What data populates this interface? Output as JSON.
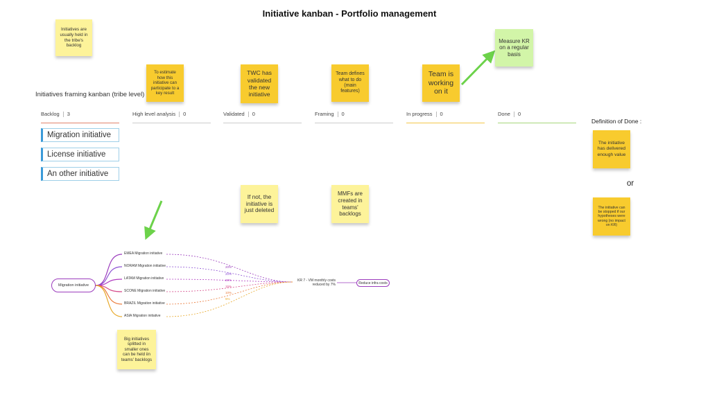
{
  "title": "Initiative kanban - Portfolio management",
  "framing_title": "Initiatives framing kanban (tribe level)",
  "columns": [
    {
      "name": "Backlog",
      "count": "3",
      "line": "#e2836a"
    },
    {
      "name": "High level analysis",
      "count": "0",
      "line": "#cccccc"
    },
    {
      "name": "Validated",
      "count": "0",
      "line": "#cccccc"
    },
    {
      "name": "Framing",
      "count": "0",
      "line": "#cccccc"
    },
    {
      "name": "In progress",
      "count": "0",
      "line": "#f3c64a"
    },
    {
      "name": "Done",
      "count": "0",
      "line": "#a6d67a"
    }
  ],
  "backlog_cards": [
    "Migration initiative",
    "License initiative",
    "An other initiative"
  ],
  "stickies": {
    "tribe_backlog": "Initiatives are usually held in the tribe's backlog",
    "estimate": "To estimate how this initiative can participate to a key result",
    "twc_validated": "TWC has validated the new initiative",
    "team_defines": "Team defines what to do (main features)",
    "team_working": "Team is working on it",
    "measure_kr": "Measure KR on a regular basis",
    "not_deleted": "If not, the initiative is just deleted",
    "mmfs": "MMFs are created in teams' backlogs",
    "dod_value": "The initiative has delivered enough value",
    "dod_stopped": "The initiative can be stopped if our hypotheses were wrong (no impact on KR)",
    "big_initiatives": "Big initiatives splitted in smaller ones can be held iin teams' backlogs"
  },
  "definition_of_done": "Definition of Done :",
  "or_label": "or",
  "mindmap": {
    "root": "Migration initiative",
    "leaves": [
      {
        "label": "EMEA Migration initiative",
        "pct": "20%",
        "color": "#9b3bbd"
      },
      {
        "label": "NORAM Migration initiative",
        "pct": "20%",
        "color": "#8e52d4"
      },
      {
        "label": "LATAM Migration initiative",
        "pct": "20%",
        "color": "#b03bc0"
      },
      {
        "label": "SCONE Migration initiative",
        "pct": "15%",
        "color": "#d54a8a"
      },
      {
        "label": "BRAZIL Migration initiative",
        "pct": "10%",
        "color": "#ea7a3a"
      },
      {
        "label": "ASIA Migration initiative",
        "pct": "5%",
        "color": "#e8a92a"
      }
    ],
    "kr": "KR 7 - VM monthly costs reduced by 7%",
    "goal": "Reduce infra costs"
  },
  "colors": {
    "pale_yellow": "#fdf39a",
    "gold": "#f8cb2e",
    "mint": "#d2f5a8",
    "arrow_green": "#6cd24a",
    "card_blue": "#3a9ad8"
  }
}
